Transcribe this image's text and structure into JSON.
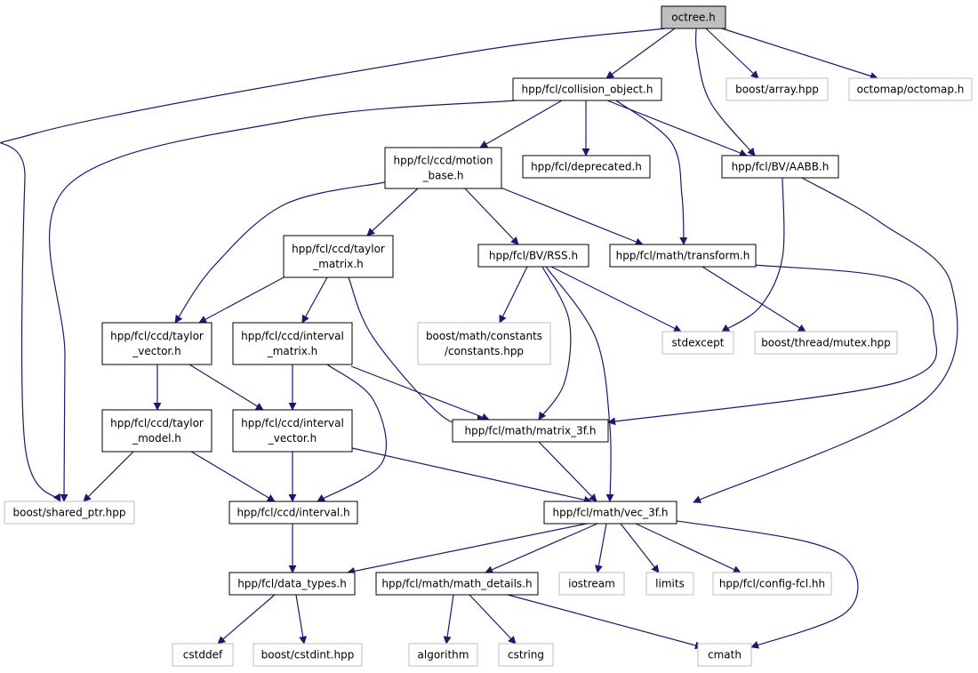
{
  "graph": {
    "colors": {
      "edge": "#191970",
      "root_fill": "#bfbfbf",
      "node_border": "#000000",
      "external_border": "#bfbfbf",
      "node_fill": "#ffffff",
      "text": "#000000"
    },
    "nodes": [
      {
        "id": "octree",
        "lines": [
          "octree.h"
        ],
        "kind": "root"
      },
      {
        "id": "collision_object",
        "lines": [
          "hpp/fcl/collision_object.h"
        ],
        "kind": "internal"
      },
      {
        "id": "boost_array",
        "lines": [
          "boost/array.hpp"
        ],
        "kind": "external"
      },
      {
        "id": "octomap",
        "lines": [
          "octomap/octomap.h"
        ],
        "kind": "external"
      },
      {
        "id": "motion_base",
        "lines": [
          "hpp/fcl/ccd/motion",
          "_base.h"
        ],
        "kind": "internal"
      },
      {
        "id": "deprecated",
        "lines": [
          "hpp/fcl/deprecated.h"
        ],
        "kind": "internal"
      },
      {
        "id": "aabb",
        "lines": [
          "hpp/fcl/BV/AABB.h"
        ],
        "kind": "internal"
      },
      {
        "id": "taylor_matrix",
        "lines": [
          "hpp/fcl/ccd/taylor",
          "_matrix.h"
        ],
        "kind": "internal"
      },
      {
        "id": "rss",
        "lines": [
          "hpp/fcl/BV/RSS.h"
        ],
        "kind": "internal"
      },
      {
        "id": "transform",
        "lines": [
          "hpp/fcl/math/transform.h"
        ],
        "kind": "internal"
      },
      {
        "id": "taylor_vector",
        "lines": [
          "hpp/fcl/ccd/taylor",
          "_vector.h"
        ],
        "kind": "internal"
      },
      {
        "id": "interval_matrix",
        "lines": [
          "hpp/fcl/ccd/interval",
          "_matrix.h"
        ],
        "kind": "internal"
      },
      {
        "id": "boost_constants",
        "lines": [
          "boost/math/constants",
          "/constants.hpp"
        ],
        "kind": "external"
      },
      {
        "id": "stdexcept",
        "lines": [
          "stdexcept"
        ],
        "kind": "external"
      },
      {
        "id": "boost_mutex",
        "lines": [
          "boost/thread/mutex.hpp"
        ],
        "kind": "external"
      },
      {
        "id": "taylor_model",
        "lines": [
          "hpp/fcl/ccd/taylor",
          "_model.h"
        ],
        "kind": "internal"
      },
      {
        "id": "interval_vector",
        "lines": [
          "hpp/fcl/ccd/interval",
          "_vector.h"
        ],
        "kind": "internal"
      },
      {
        "id": "matrix_3f",
        "lines": [
          "hpp/fcl/math/matrix_3f.h"
        ],
        "kind": "internal"
      },
      {
        "id": "shared_ptr",
        "lines": [
          "boost/shared_ptr.hpp"
        ],
        "kind": "external"
      },
      {
        "id": "interval",
        "lines": [
          "hpp/fcl/ccd/interval.h"
        ],
        "kind": "internal"
      },
      {
        "id": "vec_3f",
        "lines": [
          "hpp/fcl/math/vec_3f.h"
        ],
        "kind": "internal"
      },
      {
        "id": "data_types",
        "lines": [
          "hpp/fcl/data_types.h"
        ],
        "kind": "internal"
      },
      {
        "id": "math_details",
        "lines": [
          "hpp/fcl/math/math_details.h"
        ],
        "kind": "internal"
      },
      {
        "id": "iostream",
        "lines": [
          "iostream"
        ],
        "kind": "external"
      },
      {
        "id": "limits",
        "lines": [
          "limits"
        ],
        "kind": "external"
      },
      {
        "id": "config_fcl",
        "lines": [
          "hpp/fcl/config-fcl.hh"
        ],
        "kind": "external"
      },
      {
        "id": "cstddef",
        "lines": [
          "cstddef"
        ],
        "kind": "external"
      },
      {
        "id": "cstdint",
        "lines": [
          "boost/cstdint.hpp"
        ],
        "kind": "external"
      },
      {
        "id": "algorithm",
        "lines": [
          "algorithm"
        ],
        "kind": "external"
      },
      {
        "id": "cstring",
        "lines": [
          "cstring"
        ],
        "kind": "external"
      },
      {
        "id": "cmath",
        "lines": [
          "cmath"
        ],
        "kind": "external"
      }
    ],
    "edges": [
      {
        "from": "octree",
        "to": "collision_object"
      },
      {
        "from": "octree",
        "to": "boost_array"
      },
      {
        "from": "octree",
        "to": "octomap"
      },
      {
        "from": "octree",
        "to": "aabb"
      },
      {
        "from": "octree",
        "to": "shared_ptr"
      },
      {
        "from": "collision_object",
        "to": "motion_base"
      },
      {
        "from": "collision_object",
        "to": "deprecated"
      },
      {
        "from": "collision_object",
        "to": "aabb"
      },
      {
        "from": "collision_object",
        "to": "transform"
      },
      {
        "from": "collision_object",
        "to": "shared_ptr"
      },
      {
        "from": "motion_base",
        "to": "taylor_matrix"
      },
      {
        "from": "motion_base",
        "to": "rss"
      },
      {
        "from": "motion_base",
        "to": "transform"
      },
      {
        "from": "motion_base",
        "to": "taylor_vector"
      },
      {
        "from": "aabb",
        "to": "stdexcept"
      },
      {
        "from": "aabb",
        "to": "vec_3f"
      },
      {
        "from": "taylor_matrix",
        "to": "taylor_vector"
      },
      {
        "from": "taylor_matrix",
        "to": "interval_matrix"
      },
      {
        "from": "taylor_matrix",
        "to": "matrix_3f"
      },
      {
        "from": "rss",
        "to": "boost_constants"
      },
      {
        "from": "rss",
        "to": "stdexcept"
      },
      {
        "from": "rss",
        "to": "matrix_3f"
      },
      {
        "from": "rss",
        "to": "vec_3f"
      },
      {
        "from": "transform",
        "to": "boost_mutex"
      },
      {
        "from": "transform",
        "to": "matrix_3f"
      },
      {
        "from": "taylor_vector",
        "to": "taylor_model"
      },
      {
        "from": "taylor_vector",
        "to": "interval_vector"
      },
      {
        "from": "interval_matrix",
        "to": "interval_vector"
      },
      {
        "from": "interval_matrix",
        "to": "interval"
      },
      {
        "from": "interval_matrix",
        "to": "matrix_3f"
      },
      {
        "from": "taylor_model",
        "to": "shared_ptr"
      },
      {
        "from": "taylor_model",
        "to": "interval"
      },
      {
        "from": "interval_vector",
        "to": "interval"
      },
      {
        "from": "interval_vector",
        "to": "vec_3f"
      },
      {
        "from": "matrix_3f",
        "to": "vec_3f"
      },
      {
        "from": "interval",
        "to": "data_types"
      },
      {
        "from": "vec_3f",
        "to": "data_types"
      },
      {
        "from": "vec_3f",
        "to": "math_details"
      },
      {
        "from": "vec_3f",
        "to": "iostream"
      },
      {
        "from": "vec_3f",
        "to": "limits"
      },
      {
        "from": "vec_3f",
        "to": "config_fcl"
      },
      {
        "from": "vec_3f",
        "to": "cmath"
      },
      {
        "from": "data_types",
        "to": "cstddef"
      },
      {
        "from": "data_types",
        "to": "cstdint"
      },
      {
        "from": "math_details",
        "to": "algorithm"
      },
      {
        "from": "math_details",
        "to": "cstring"
      },
      {
        "from": "math_details",
        "to": "cmath"
      }
    ]
  }
}
